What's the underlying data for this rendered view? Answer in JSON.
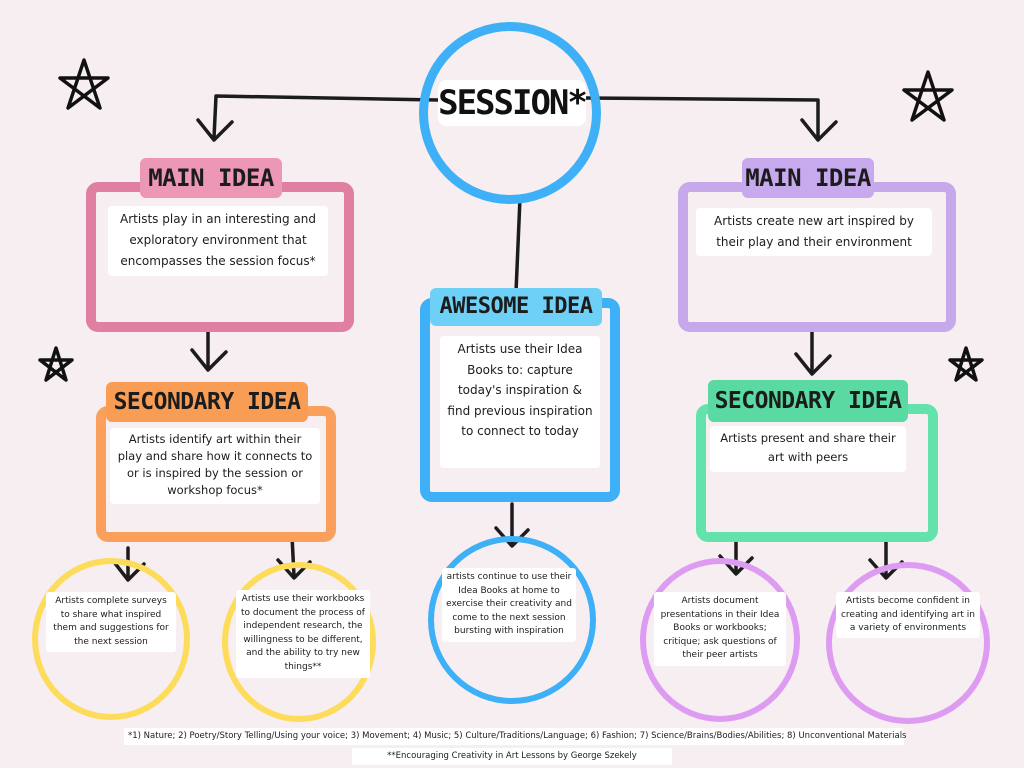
{
  "session": {
    "title": "SESSION*"
  },
  "left": {
    "main_heading": "MAIN IDEA",
    "main_text": "Artists play in an interesting and exploratory environment that encompasses the session focus*",
    "secondary_heading": "SECONDARY IDEA",
    "secondary_text": "Artists identify art within their play and share how it connects to or is inspired by the session or workshop focus*",
    "outcomes": [
      "Artists complete surveys to share what inspired them and suggestions for the next session",
      "Artists use their workbooks to document the process of independent research, the willingness to be different, and the ability to try new things**"
    ]
  },
  "center": {
    "heading": "AWESOME IDEA",
    "text": "Artists use their Idea Books to: capture today's inspiration & find previous inspiration to connect to today",
    "outcome": "artists continue to use their Idea Books at home to exercise their creativity and come to the next session bursting with inspiration"
  },
  "right": {
    "main_heading": "MAIN IDEA",
    "main_text": "Artists create new art inspired by their play and their environment",
    "secondary_heading": "SECONDARY IDEA",
    "secondary_text": "Artists present and share their art with peers",
    "outcomes": [
      "Artists document presentations in their Idea Books or workbooks; critique; ask questions of their peer artists",
      "Artists become confident in creating and identifying art in a variety of environments"
    ]
  },
  "footnotes": [
    "*1) Nature; 2) Poetry/Story Telling/Using your voice; 3) Movement; 4) Music; 5) Culture/Traditions/Language; 6) Fashion; 7) Science/Brains/Bodies/Abilities; 8) Unconventional Materials",
    "**Encouraging Creativity in Art Lessons by George Szekely"
  ],
  "colors": {
    "pink": "#e17fa2",
    "pink_header": "#ec97b6",
    "orange": "#fba05c",
    "orange_header": "#f99d55",
    "blue": "#3db0f7",
    "blue_header": "#6fd0f7",
    "purple": "#c5a9eb",
    "purple_header": "#c7aaee",
    "green": "#63e3ab",
    "green_header": "#5ad9a3",
    "yellow": "#fddc5c",
    "violet": "#dd9cf2",
    "ink": "#1c1c1c"
  },
  "icons": [
    "star-icon",
    "arrow-down-icon"
  ]
}
